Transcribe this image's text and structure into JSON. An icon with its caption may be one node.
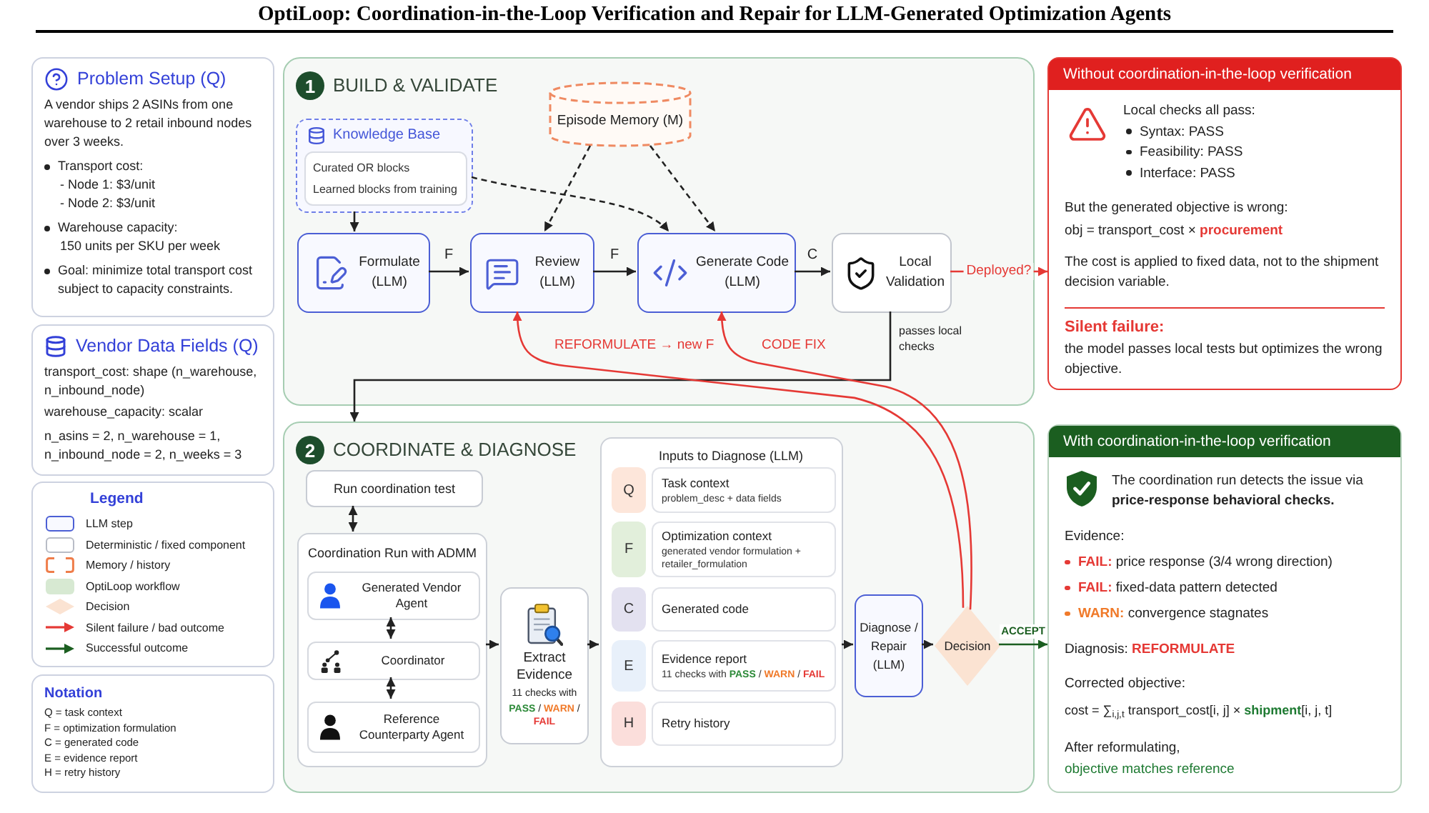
{
  "diagram": {
    "title": "OptiLoop: Coordination-in-the-Loop Verification and Repair for LLM-Generated Optimization Agents",
    "nodes": [
      {
        "text": [
          "Problem Setup (Q)",
          "A vendor ships 2 ASINs from one warehouse to 2 retail inbound nodes over 3 weeks.",
          "Transport cost:",
          "- Node 1: $3/unit",
          "- Node 2: $3/unit",
          "Warehouse capacity:",
          "150 units per SKU per week",
          "Goal: minimize total transport cost subject to capacity constraints."
        ]
      },
      {
        "text": [
          "Vendor Data Fields (Q)",
          "transport_cost: shape (n_warehouse, n_inbound_node)",
          "warehouse_capacity: scalar",
          "n_asins = 2, n_warehouse = 1, n_inbound_node = 2, n_weeks = 3"
        ]
      },
      {
        "text": [
          "Notation",
          "Q = task context",
          "F = optimization formulation",
          "C = generated code",
          "E = evidence report",
          "H = retry history"
        ]
      },
      {
        "text": [
          "BUILD & VALIDATE"
        ]
      },
      {
        "text": [
          "1"
        ],
        "in": 3
      },
      {
        "text": [
          "Knowledge Base"
        ],
        "in": 3
      },
      {
        "text": [
          "Curated OR blocks",
          "Learned blocks from training"
        ],
        "in": 5
      },
      {
        "text": [
          "Episode Memory (M)"
        ],
        "in": 3
      },
      {
        "text": [
          "Formulate (LLM)"
        ],
        "in": 3
      },
      {
        "text": [
          "Review (LLM)"
        ],
        "in": 3
      },
      {
        "text": [
          "Generate Code (LLM)"
        ],
        "in": 3
      },
      {
        "text": [
          "Local Validation"
        ],
        "in": 3
      },
      {
        "text": [
          "COORDINATE & DIAGNOSE"
        ]
      },
      {
        "text": [
          "2"
        ],
        "in": 12
      },
      {
        "text": [
          "Run coordination test"
        ],
        "in": 12
      },
      {
        "text": [
          "Coordination Run with ADMM"
        ],
        "in": 12
      },
      {
        "text": [
          "Generated Vendor Agent"
        ],
        "in": 15
      },
      {
        "text": [
          "Coordinator"
        ],
        "in": 15
      },
      {
        "text": [
          "Reference Counterparty Agent"
        ],
        "in": 15
      },
      {
        "text": [
          "Extract Evidence",
          "11 checks with",
          "**PASS** / **WARN** / **FAIL**"
        ],
        "in": 12
      },
      {
        "text": [
          "Inputs to Diagnose (LLM)"
        ],
        "in": 12
      },
      {
        "text": [
          "Q"
        ],
        "in": 20
      },
      {
        "text": [
          "Task context",
          "problem_desc + data fields"
        ],
        "in": 20
      },
      {
        "text": [
          "F"
        ],
        "in": 20
      },
      {
        "text": [
          "Optimization context",
          "generated vendor formulation + retailer_formulation"
        ],
        "in": 20
      },
      {
        "text": [
          "C"
        ],
        "in": 20
      },
      {
        "text": [
          "Generated code"
        ],
        "in": 20
      },
      {
        "text": [
          "E"
        ],
        "in": 20
      },
      {
        "text": [
          "Evidence report",
          "11 checks with **PASS** / **WARN** / **FAIL**"
        ],
        "in": 20
      },
      {
        "text": [
          "H"
        ],
        "in": 20
      },
      {
        "text": [
          "Retry history"
        ],
        "in": 20
      },
      {
        "text": [
          "Diagnose / Repair (LLM)"
        ],
        "in": 12
      },
      {
        "text": [
          "Decision"
        ],
        "in": 12
      },
      {
        "text": [
          "Without coordination-in-the-loop verification",
          "Local checks all pass:",
          "Syntax: PASS",
          "Feasibility: PASS",
          "Interface: PASS",
          "But the generated objective is wrong:",
          "obj = transport_cost × **procurement**",
          "The cost is applied to fixed data, not to the shipment decision variable.",
          "Silent failure:",
          "the model passes local tests but optimizes the wrong objective."
        ]
      },
      {
        "text": [
          "With coordination-in-the-loop verification",
          "The coordination run detects the issue via **price-response behavioral checks.**",
          "Evidence:",
          "**FAIL:** price response (3/4 wrong direction)",
          "**FAIL:** fixed-data pattern detected",
          "**WARN:** convergence stagnates",
          "Diagnosis: **REFORMULATE**",
          "Corrected objective:",
          "cost = ∑$_{i,j,t}$ transport_cost[i, j] × **shipment**[i, j, t]",
          "After reformulating,",
          "objective matches reference"
        ]
      }
    ],
    "edges": [
      {
        "from": 5,
        "to": 8,
        "arrow": "to"
      },
      {
        "from": 5,
        "to": 10,
        "arrow": "to",
        "style": "dashed"
      },
      {
        "from": 7,
        "to": 9,
        "arrow": "to",
        "style": "dashed"
      },
      {
        "from": 7,
        "to": 10,
        "arrow": "to",
        "style": "dashed"
      },
      {
        "from": 8,
        "to": 9,
        "arrow": "to",
        "label": "F"
      },
      {
        "from": 9,
        "to": 10,
        "arrow": "to",
        "label": "F"
      },
      {
        "from": 10,
        "to": 11,
        "arrow": "to",
        "label": "C"
      },
      {
        "from": 11,
        "to": 33,
        "arrow": "to",
        "label": "Deployed?",
        "color": "#e53935"
      },
      {
        "from": 11,
        "to": 12,
        "arrow": "to",
        "label": "passes local checks"
      },
      {
        "from": 14,
        "to": 15,
        "arrow": "both"
      },
      {
        "from": 16,
        "to": 17,
        "arrow": "both"
      },
      {
        "from": 17,
        "to": 18,
        "arrow": "both"
      },
      {
        "from": 15,
        "to": 19,
        "arrow": "to"
      },
      {
        "from": 19,
        "to": 20,
        "arrow": "to"
      },
      {
        "from": 20,
        "to": 31,
        "arrow": "to"
      },
      {
        "from": 31,
        "to": 32,
        "arrow": "to"
      },
      {
        "from": 32,
        "to": 34,
        "arrow": "to",
        "label": "ACCEPT",
        "color": "#1b5e20"
      },
      {
        "from": 32,
        "to": 9,
        "arrow": "to",
        "label": "REFORMULATE → new F",
        "color": "#e53935"
      },
      {
        "from": 32,
        "to": 10,
        "arrow": "to",
        "label": "CODE FIX",
        "color": "#e53935"
      }
    ],
    "labels": [
      "Legend"
    ],
    "legend": [
      {
        "text": "LLM step"
      },
      {
        "text": "Deterministic / fixed component"
      },
      {
        "text": "Memory / history"
      },
      {
        "text": "OptiLoop workflow",
        "color": "#d7e9d2"
      },
      {
        "text": "Decision"
      },
      {
        "text": "Silent failure / bad outcome"
      },
      {
        "text": "Successful outcome"
      }
    ]
  }
}
